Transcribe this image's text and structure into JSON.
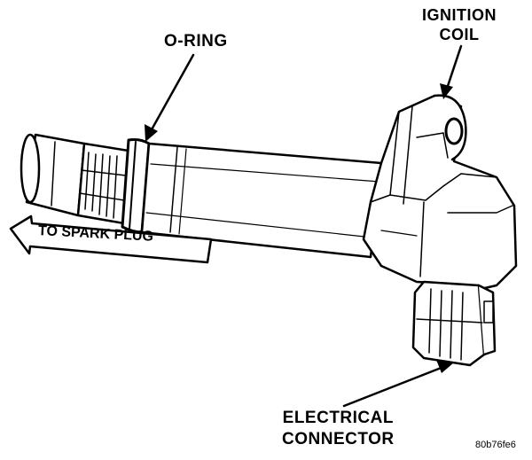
{
  "labels": {
    "oring": "O-RING",
    "ignition_line1": "IGNITION",
    "ignition_line2": "COIL",
    "spark_plug": "TO SPARK PLUG",
    "electrical_line1": "ELECTRICAL",
    "electrical_line2": "CONNECTOR",
    "figure_id": "80b76fe6"
  },
  "colors": {
    "ink": "#000000",
    "background": "#ffffff"
  }
}
